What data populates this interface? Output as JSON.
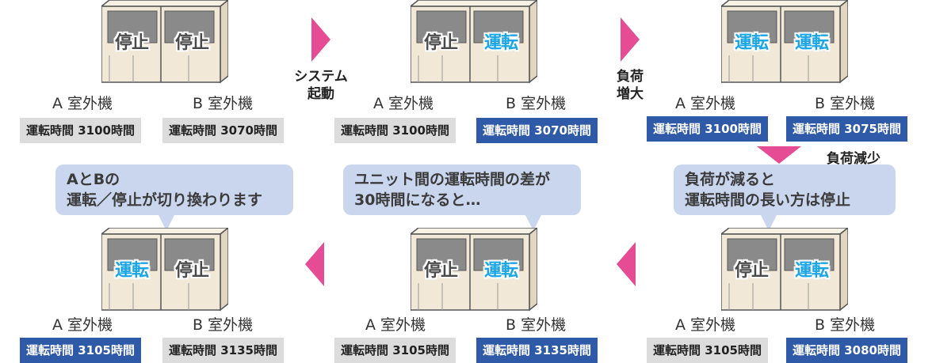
{
  "panels": [
    {
      "id": "p1",
      "unit_a": {
        "status": "停止",
        "running": false,
        "label": "A 室外機",
        "hours": "運転時間 3100時間",
        "highlight": false
      },
      "unit_b": {
        "status": "停止",
        "running": false,
        "label": "B 室外機",
        "hours": "運転時間 3070時間",
        "highlight": false
      }
    },
    {
      "id": "p2",
      "unit_a": {
        "status": "停止",
        "running": false,
        "label": "A 室外機",
        "hours": "運転時間 3100時間",
        "highlight": false
      },
      "unit_b": {
        "status": "運転",
        "running": true,
        "label": "B 室外機",
        "hours": "運転時間 3070時間",
        "highlight": true
      }
    },
    {
      "id": "p3",
      "unit_a": {
        "status": "運転",
        "running": true,
        "label": "A 室外機",
        "hours": "運転時間 3100時間",
        "highlight": true
      },
      "unit_b": {
        "status": "運転",
        "running": true,
        "label": "B 室外機",
        "hours": "運転時間 3075時間",
        "highlight": true
      }
    },
    {
      "id": "p4",
      "bubble": "負荷が減ると\n運転時間の長い方は停止",
      "unit_a": {
        "status": "停止",
        "running": false,
        "label": "A 室外機",
        "hours": "運転時間 3105時間",
        "highlight": false
      },
      "unit_b": {
        "status": "運転",
        "running": true,
        "label": "B 室外機",
        "hours": "運転時間 3080時間",
        "highlight": true
      }
    },
    {
      "id": "p5",
      "bubble": "ユニット間の運転時間の差が\n30時間になると…",
      "unit_a": {
        "status": "停止",
        "running": false,
        "label": "A 室外機",
        "hours": "運転時間 3105時間",
        "highlight": false
      },
      "unit_b": {
        "status": "運転",
        "running": true,
        "label": "B 室外機",
        "hours": "運転時間 3135時間",
        "highlight": true
      }
    },
    {
      "id": "p6",
      "bubble": "AとBの\n運転／停止が切り換わります",
      "unit_a": {
        "status": "運転",
        "running": true,
        "label": "A 室外機",
        "hours": "運転時間 3105時間",
        "highlight": true
      },
      "unit_b": {
        "status": "停止",
        "running": false,
        "label": "B 室外機",
        "hours": "運転時間 3135時間",
        "highlight": false
      }
    }
  ],
  "arrows": {
    "start": "システム\n起動",
    "load_increase": "負荷\n増大",
    "load_decrease": "負荷減少"
  },
  "colors": {
    "arrow_pink": "#e54c94",
    "running_blue": "#19a5e6",
    "highlight_box": "#2f5aa8",
    "bubble": "#c9d6ee",
    "unit_body": "#f1e8d8"
  }
}
